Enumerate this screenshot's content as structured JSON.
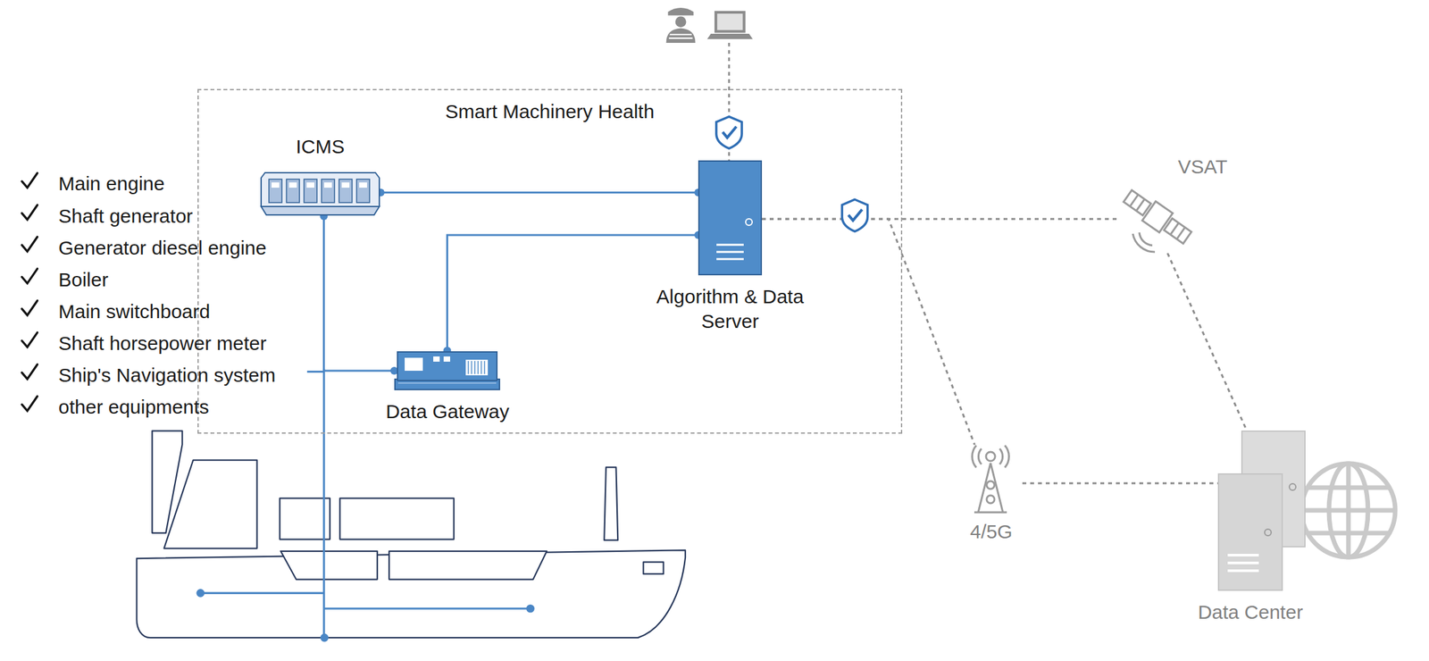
{
  "diagram": {
    "nodes": [
      {
        "text": [
          "Smart Machinery Health"
        ]
      },
      {
        "text": [
          "ICMS"
        ],
        "in": 0
      },
      {
        "text": [
          "Algorithm & Data Server"
        ],
        "in": 0
      },
      {
        "text": [
          "Data Gateway"
        ],
        "in": 0
      },
      {
        "text": [
          "VSAT"
        ]
      },
      {
        "text": [
          "4/5G"
        ]
      },
      {
        "text": [
          "Data Center"
        ]
      }
    ],
    "edges": [
      {
        "from": 1,
        "to": 2,
        "arrow": "none"
      },
      {
        "from": 3,
        "to": 2,
        "arrow": "none"
      },
      {
        "from": 1,
        "to": 3,
        "arrow": "none"
      },
      {
        "from": 2,
        "to": 4,
        "arrow": "none"
      },
      {
        "from": 2,
        "to": 5,
        "arrow": "none"
      },
      {
        "from": 4,
        "to": 6,
        "arrow": "none"
      },
      {
        "from": 5,
        "to": 6,
        "arrow": "none"
      }
    ],
    "labels": [
      "Main engine",
      "Shaft generator",
      "Generator diesel engine",
      "Boiler",
      "Main switchboard",
      "Shaft horsepower meter",
      "Ship's Navigation system",
      "other equipments"
    ]
  }
}
